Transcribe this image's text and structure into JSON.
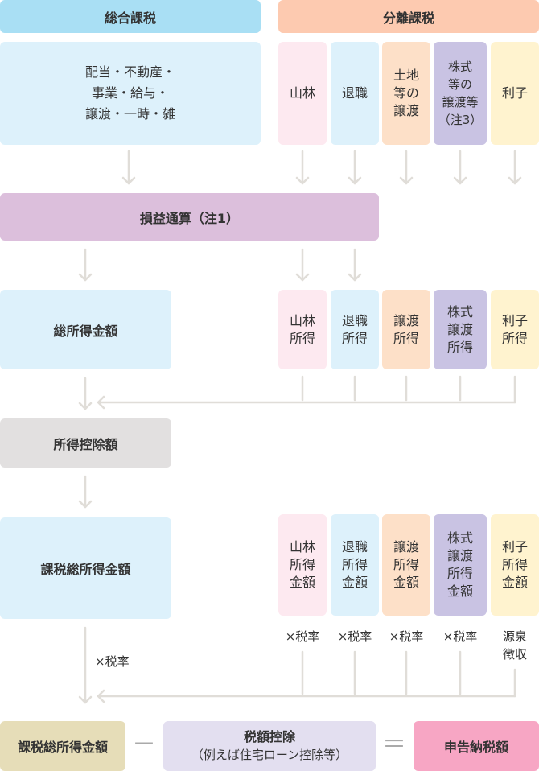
{
  "headers": {
    "sogo": "総合課税",
    "bunri": "分離課税"
  },
  "colors": {
    "blue_header": "#a9dff4",
    "orange_header": "#fdcab0",
    "light_blue": "#ddf1fb",
    "pink": "#fde9f0",
    "peach": "#fde0c8",
    "lavender": "#c9c3e3",
    "light_yellow": "#fff3cf",
    "purple": "#dcbfdc",
    "gray": "#e2e0e0",
    "beige": "#e6ddb8",
    "light_lavender": "#e3dff0",
    "hot_pink": "#f7a6c4",
    "arrow": "#e0ddd8"
  },
  "row1": {
    "sogo_income": "配当・不動産・\n事業・給与・\n譲渡・一時・雑",
    "cols": [
      "山林",
      "退職",
      "土地\n等の\n譲渡",
      "株式\n等の\n譲渡等\n（注3）",
      "利子"
    ]
  },
  "row2": {
    "sonekitsusan": "損益通算（注1）"
  },
  "row3": {
    "left": "総所得金額",
    "cols": [
      "山林\n所得",
      "退職\n所得",
      "譲渡\n所得",
      "株式\n譲渡\n所得",
      "利子\n所得"
    ]
  },
  "row4": {
    "left": "所得控除額"
  },
  "row5": {
    "left": "課税総所得金額",
    "cols": [
      "山林\n所得\n金額",
      "退職\n所得\n金額",
      "譲渡\n所得\n金額",
      "株式\n譲渡\n所得\n金額",
      "利子\n所得\n金額"
    ]
  },
  "rates": {
    "left": "×税率",
    "cols": [
      "×税率",
      "×税率",
      "×税率",
      "×税率",
      "源泉\n徴収"
    ]
  },
  "bottom": {
    "left": "課税総所得金額",
    "minus": "－",
    "middle_line1": "税額控除",
    "middle_line2": "（例えば住宅ローン控除等）",
    "equals": "＝",
    "right": "申告納税額"
  }
}
